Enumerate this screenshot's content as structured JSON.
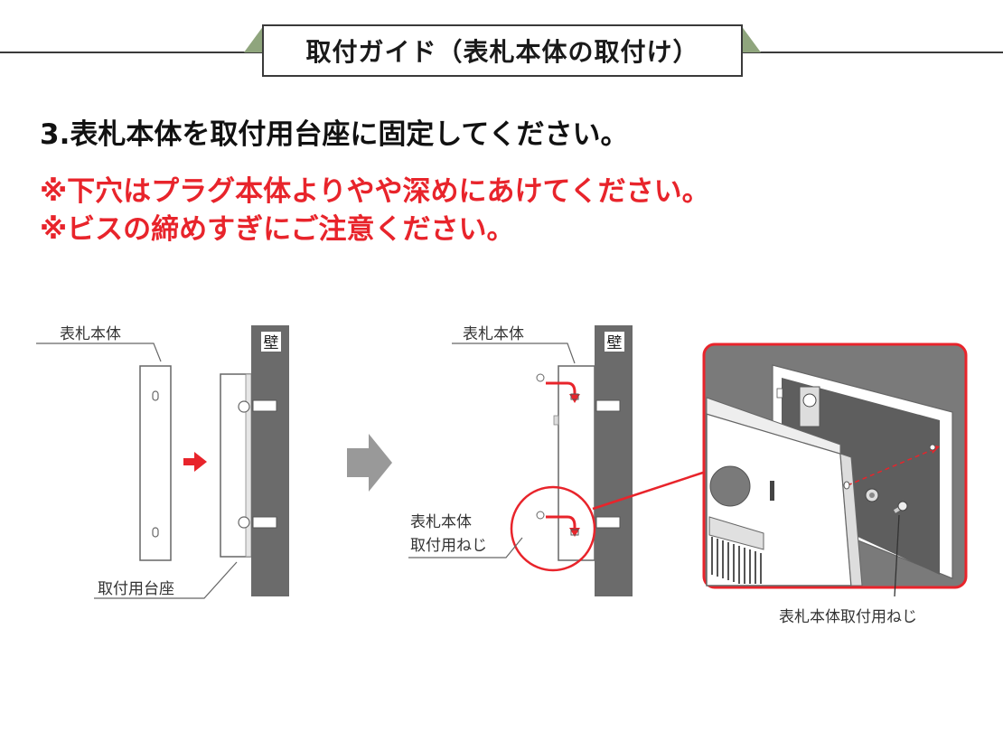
{
  "header": {
    "title": "取付ガイド（表札本体の取付け）",
    "accent_color": "#8fa57d"
  },
  "instructions": {
    "step": "3.表札本体を取付用台座に固定してください。",
    "notes": [
      "※下穴はプラグ本体よりやや深めにあけてください。",
      "※ビスの締めすぎにご注意ください。"
    ],
    "note_color": "#e8242b"
  },
  "diagram": {
    "left": {
      "nameplate_label": "表札本体",
      "base_label": "取付用台座",
      "wall_label": "壁"
    },
    "right": {
      "nameplate_label": "表札本体",
      "screw_label_line1": "表札本体",
      "screw_label_line2": "取付用ねじ",
      "wall_label": "壁"
    },
    "zoom": {
      "screw_label": "表札本体取付用ねじ"
    }
  }
}
